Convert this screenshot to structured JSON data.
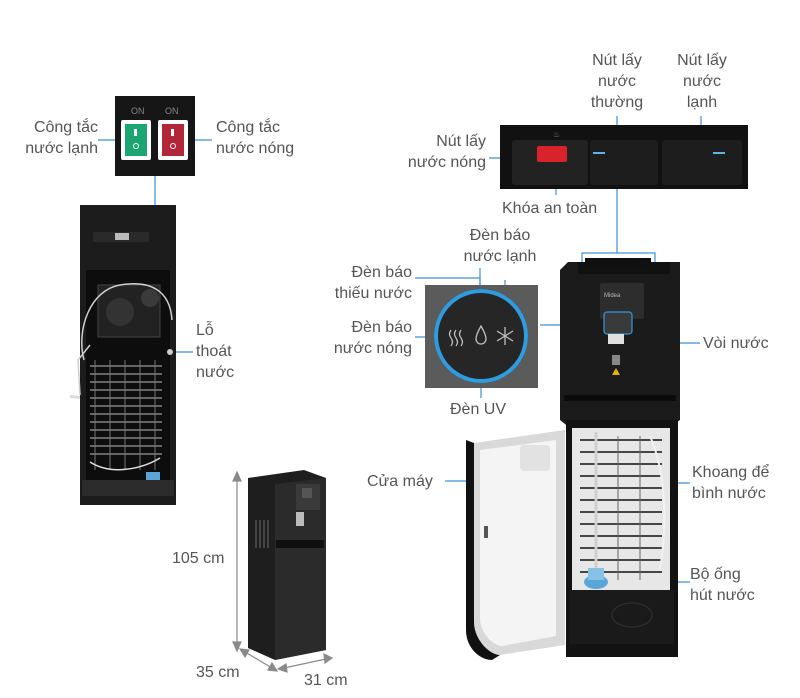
{
  "switch_panel": {
    "on_text_left": "ON",
    "on_text_right": "ON",
    "cold_switch_color": "#1aa572",
    "hot_switch_color": "#b3263a"
  },
  "labels": {
    "cold_switch": [
      "Công tắc",
      "nước lạnh"
    ],
    "hot_switch": [
      "Công tắc",
      "nước nóng"
    ],
    "drain_hole": [
      "Lỗ",
      "thoát",
      "nước"
    ],
    "normal_button": [
      "Nút lấy",
      "nước",
      "thường"
    ],
    "cold_button": [
      "Nút lấy",
      "nước",
      "lạnh"
    ],
    "hot_button": [
      "Nút lấy",
      "nước nóng"
    ],
    "safety_lock": "Khóa an toàn",
    "cold_light": [
      "Đèn báo",
      "nước lạnh"
    ],
    "low_water_light": [
      "Đèn báo",
      "thiếu nước"
    ],
    "hot_light": [
      "Đèn báo",
      "nước nóng"
    ],
    "uv_light": "Đèn UV",
    "faucet": "Vòi nước",
    "door": "Cửa máy",
    "bottle_compartment": [
      "Khoang để",
      "bình nước"
    ],
    "suction_tube": [
      "Bộ ống",
      "hút nước"
    ]
  },
  "dimensions": {
    "height": "105 cm",
    "depth": "35 cm",
    "width": "31 cm"
  },
  "brand": "Midea",
  "colors": {
    "accent_line": "#3d8fd6",
    "uv_ring": "#2f9be0",
    "body": "#1c1c1c",
    "lock": "#d8232a"
  }
}
